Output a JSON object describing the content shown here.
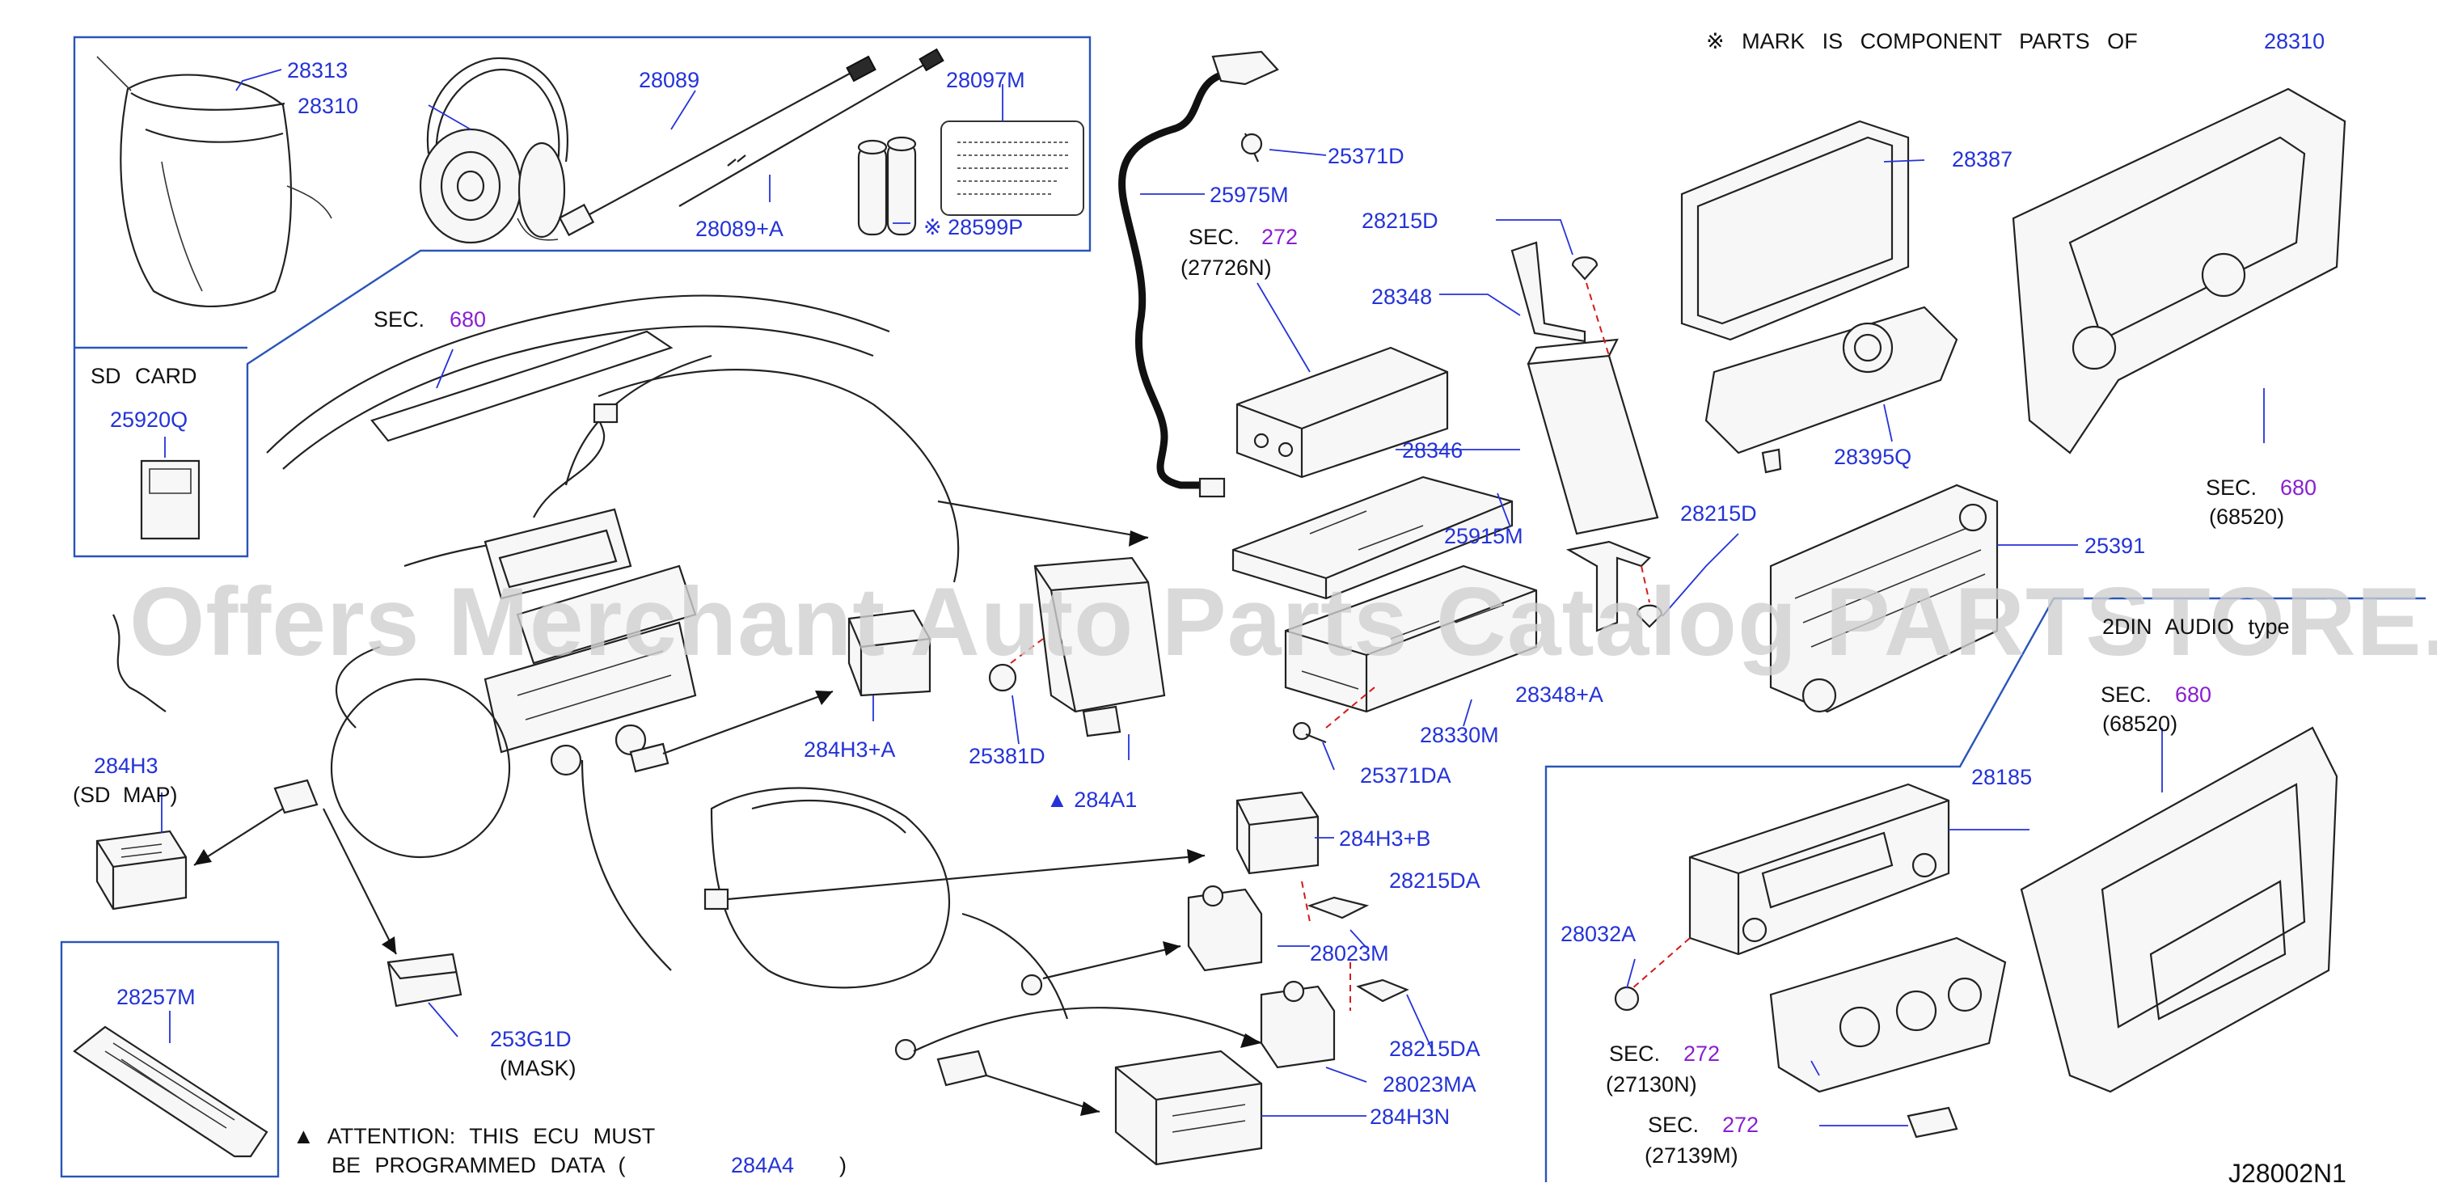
{
  "header": {
    "mark_note": "※ MARK IS COMPONENT PARTS OF",
    "mark_note_ref": "28310"
  },
  "watermark": "Offers Merchant Auto Parts Catalog PARTSTORE.SA",
  "diagram_id": "J28002N1",
  "section_label": "SEC.",
  "sections": [
    {
      "sec": "680",
      "ref": ""
    },
    {
      "sec": "272",
      "ref": "(27726N)"
    },
    {
      "sec": "680",
      "ref": "(68520)"
    },
    {
      "sec": "680",
      "ref": "(68520)"
    },
    {
      "sec": "272",
      "ref": "(27130N)"
    },
    {
      "sec": "272",
      "ref": "(27139M)"
    }
  ],
  "sd_card": {
    "label": "SD  CARD",
    "part": "25920Q"
  },
  "type_label": "2DIN AUDIO type",
  "attention": {
    "line1": "▲ ATTENTION: THIS ECU MUST",
    "line2": "BE PROGRAMMED DATA (",
    "part": "284A4",
    "close": ")"
  },
  "parts": {
    "p28313": "28313",
    "p28310": "28310",
    "p28089": "28089",
    "p28089a": "28089+A",
    "p28097m": "28097M",
    "p28599p": "※ 28599P",
    "p25371d": "25371D",
    "p25975m": "25975M",
    "p28215d_1": "28215D",
    "p28348": "28348",
    "p28346": "28346",
    "p28215d_2": "28215D",
    "p28348a": "28348+A",
    "p25915m": "25915M",
    "p28330m": "28330M",
    "p25371da": "25371DA",
    "p25381d": "25381D",
    "p284a1": "▲ 284A1",
    "p284h3a": "284H3+A",
    "p284h3": "284H3",
    "p284h3_sub": "(SD  MAP)",
    "p253g1d": "253G1D",
    "p253g1d_sub": "(MASK)",
    "p28257m": "28257M",
    "p284h3b": "284H3+B",
    "p28215da_1": "28215DA",
    "p28023m": "28023M",
    "p28215da_2": "28215DA",
    "p28023ma": "28023MA",
    "p284h3n": "284H3N",
    "p28387": "28387",
    "p28395q": "28395Q",
    "p25391": "25391",
    "p28185": "28185",
    "p28032a": "28032A",
    "p28310_top": "28310"
  }
}
